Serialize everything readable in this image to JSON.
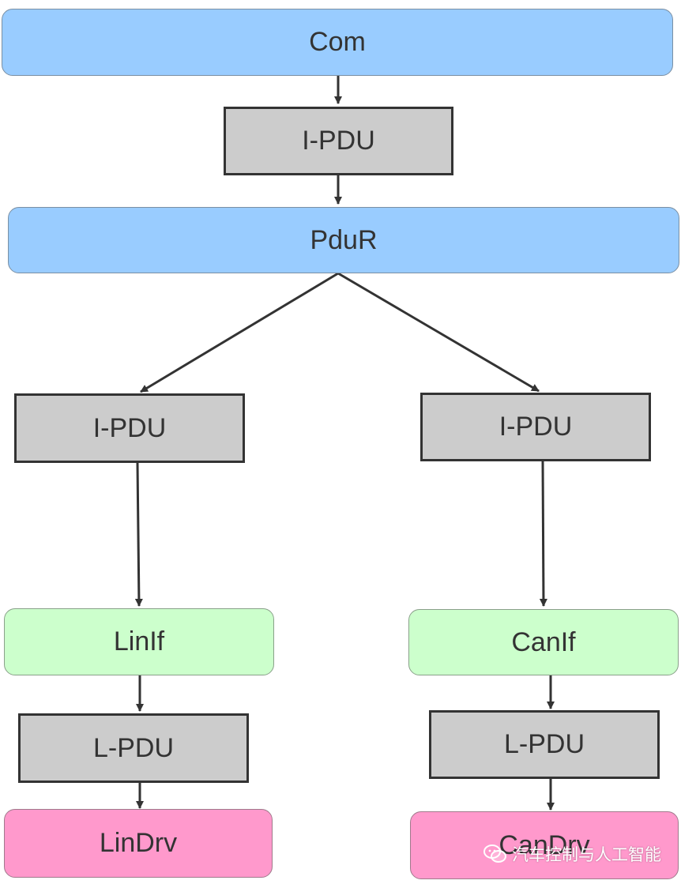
{
  "diagram": {
    "nodes": {
      "com": {
        "label": "Com"
      },
      "ipdu1": {
        "label": "I-PDU"
      },
      "pdur": {
        "label": "PduR"
      },
      "ipdu2": {
        "label": "I-PDU"
      },
      "ipdu3": {
        "label": "I-PDU"
      },
      "linif": {
        "label": "LinIf"
      },
      "canif": {
        "label": "CanIf"
      },
      "lpdu1": {
        "label": "L-PDU"
      },
      "lpdu2": {
        "label": "L-PDU"
      },
      "lindrv": {
        "label": "LinDrv"
      },
      "candrv": {
        "label": "CanDrv"
      }
    },
    "edges": [
      {
        "from": "Com",
        "to": "I-PDU"
      },
      {
        "from": "I-PDU",
        "to": "PduR"
      },
      {
        "from": "PduR",
        "to": "I-PDU (left)"
      },
      {
        "from": "PduR",
        "to": "I-PDU (right)"
      },
      {
        "from": "I-PDU (left)",
        "to": "LinIf"
      },
      {
        "from": "I-PDU (right)",
        "to": "CanIf"
      },
      {
        "from": "LinIf",
        "to": "L-PDU (left)"
      },
      {
        "from": "CanIf",
        "to": "L-PDU (right)"
      },
      {
        "from": "L-PDU (left)",
        "to": "LinDrv"
      },
      {
        "from": "L-PDU (right)",
        "to": "CanDrv"
      }
    ],
    "colors": {
      "layer_blue": "#99ccff",
      "interface_green": "#ccffcc",
      "driver_pink": "#ff99cc",
      "pdu_gray": "#cccccc",
      "arrow": "#333333"
    }
  },
  "watermark": {
    "icon": "wechat-icon",
    "text": "汽车控制与人工智能"
  }
}
